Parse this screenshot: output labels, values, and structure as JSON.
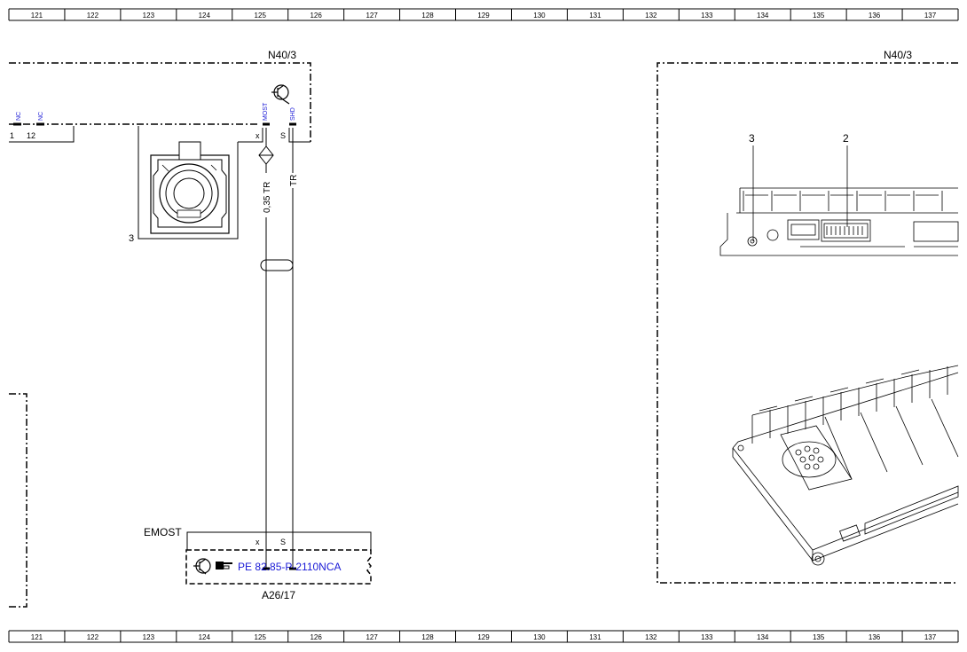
{
  "ruler": {
    "numbers": [
      "121",
      "122",
      "123",
      "124",
      "125",
      "126",
      "127",
      "128",
      "129",
      "130",
      "131",
      "132",
      "133",
      "134",
      "135",
      "136",
      "137"
    ]
  },
  "left_component": {
    "label": "N40/3",
    "pins": [
      "NC",
      "NC"
    ],
    "pin_numbers": [
      "1",
      "12"
    ],
    "connector_label": "3",
    "signal_labels": [
      "MOST",
      "SHD"
    ],
    "pin_marks": [
      "x",
      "S"
    ]
  },
  "wires": {
    "wire1": "0,35 TR",
    "wire2": "TR"
  },
  "bottom_component": {
    "label": "EMOST",
    "pin_marks": [
      "x",
      "S"
    ],
    "reference_link": "PE 82.85-P-2110NCA",
    "designation": "A26/17"
  },
  "right_component": {
    "label": "N40/3",
    "callouts": [
      "3",
      "2"
    ]
  },
  "colors": {
    "line": "#000000",
    "signal_text": "#1a1ad6",
    "link": "#1a1ad6"
  }
}
